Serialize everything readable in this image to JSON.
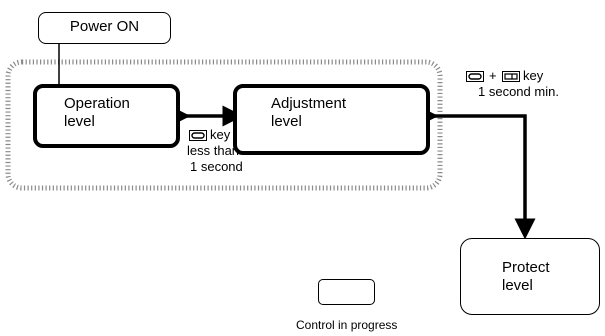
{
  "nodes": {
    "power_on": "Power ON",
    "operation_level": "Operation\nlevel",
    "adjustment_level": "Adjustment\nlevel",
    "protect_level": "Protect\nlevel"
  },
  "transitions": {
    "operation_adjustment": {
      "key_label": "key",
      "line1": "less than",
      "line2": "1 second"
    },
    "adjustment_protect": {
      "plus": "+",
      "key_label": "key",
      "duration": "1 second min."
    }
  },
  "legend": {
    "label": "Control in progress"
  },
  "colors": {
    "stroke": "#000000",
    "dotted_border": "#8a8a8a",
    "background": "#ffffff"
  }
}
